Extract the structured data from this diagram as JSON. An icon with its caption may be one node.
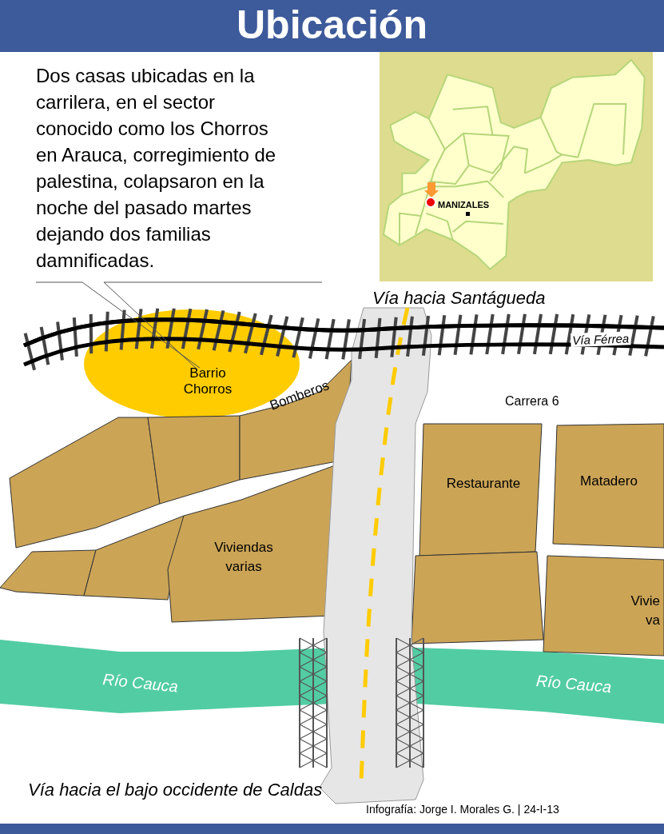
{
  "diagram": {
    "title": "Ubicación",
    "nodes": [
      {
        "text": [
          "Dos casas ubicadas en la carrilera, en el sector conocido como los Chorros en Arauca, corregimiento de palestina, colapsaron en la noche del pasado martes dejando dos familias damnificadas."
        ]
      },
      {
        "text": [
          "Barrio Chorros"
        ]
      },
      {
        "text": [],
        "shape": "box"
      },
      {
        "text": [],
        "shape": "box"
      },
      {
        "text": [
          "Bomberos"
        ]
      },
      {
        "text": [
          "Restaurante"
        ]
      },
      {
        "text": [
          "Matadero"
        ]
      },
      {
        "text": [],
        "shape": "box"
      },
      {
        "text": [],
        "shape": "box"
      },
      {
        "text": [
          "Viviendas varias"
        ]
      },
      {
        "text": [],
        "shape": "box"
      },
      {
        "text": [
          "Vivie va"
        ]
      }
    ],
    "edges": [
      {
        "from": 0,
        "to": 1,
        "arrow": "none"
      },
      {
        "from": 0,
        "to": 1,
        "arrow": "none"
      }
    ],
    "labels": [
      "MANIZALES",
      "Vía hacia Santágueda",
      "Vía Férrea",
      "Carrera 6",
      "Río Cauca",
      "Río Cauca",
      "Vía hacia el bajo occidente de Caldas",
      "Infografía: Jorge I. Morales G. | 24-I-13"
    ]
  }
}
